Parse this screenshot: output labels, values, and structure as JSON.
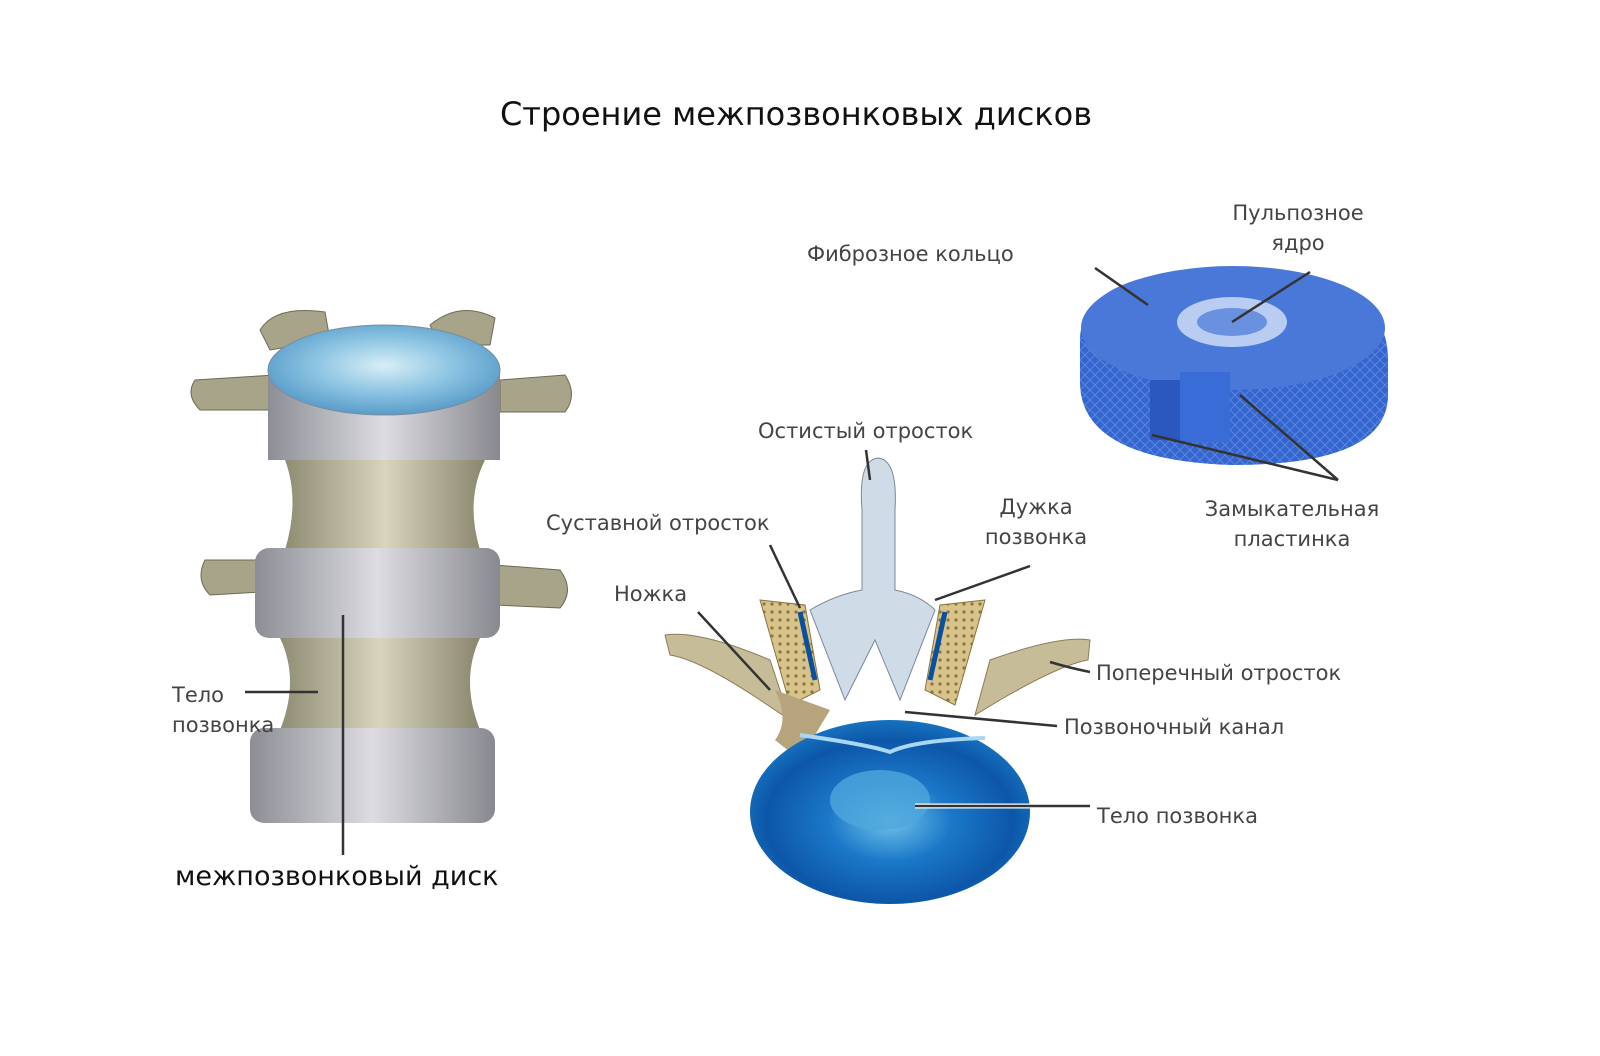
{
  "title": "Строение межпозвонковых дисков",
  "left_figure": {
    "body_label": [
      "Тело",
      "позвонка"
    ],
    "disc_label": "межпозвонковый диск"
  },
  "disc_figure": {
    "annulus_label": "Фиброзное кольцо",
    "nucleus_label": [
      "Пульпозное",
      "ядро"
    ],
    "endplate_label": [
      "Замыкательная",
      "пластинка"
    ]
  },
  "vertebra_figure": {
    "spinous_label": "Остистый отросток",
    "articular_label": "Суставной отросток",
    "arch_label": [
      "Дужка",
      "позвонка"
    ],
    "pedicle_label": "Ножка",
    "transverse_label": "Поперечный отросток",
    "canal_label": "Позвоночный канал",
    "body_label": "Тело позвонка"
  },
  "colors": {
    "disc_blue": "#3d6fd6",
    "bone": "#c9c3a6",
    "disc_grey": "#c7c7cf"
  }
}
